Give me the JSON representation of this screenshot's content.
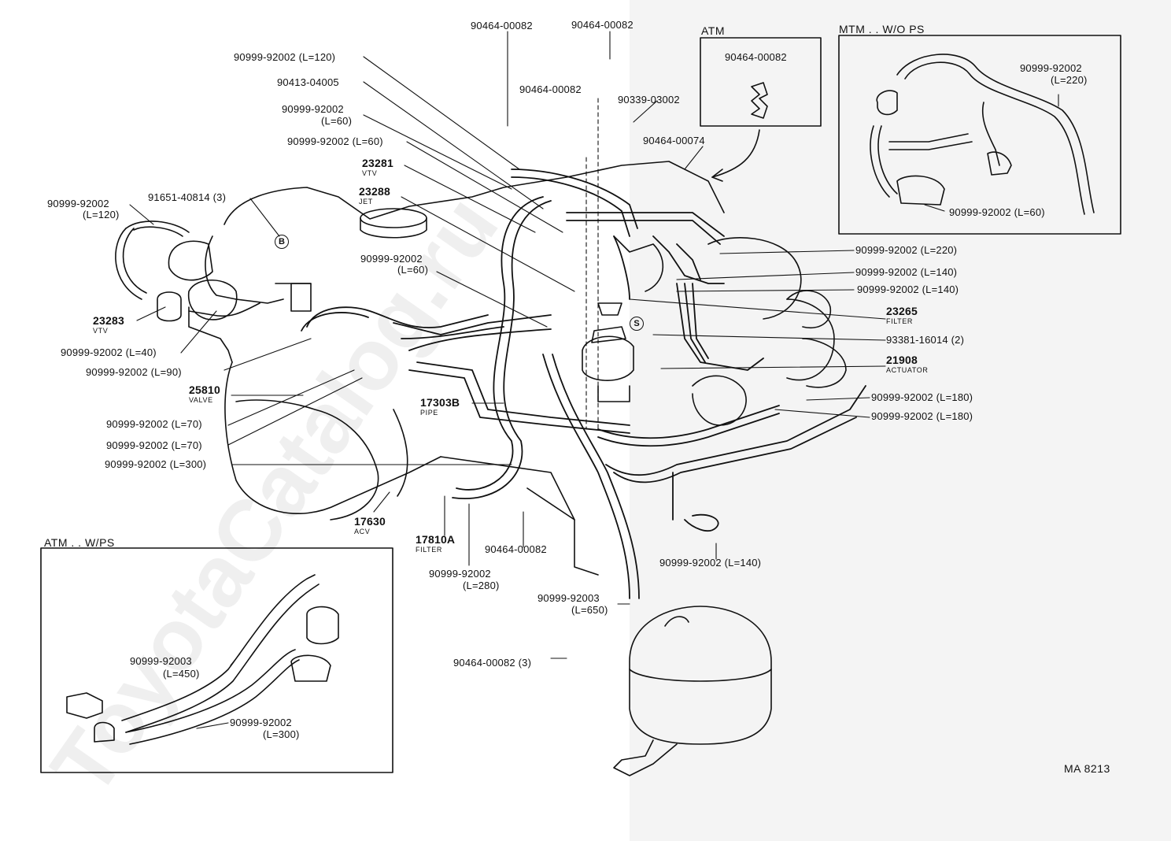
{
  "insets": {
    "atm": "ATM",
    "mtm": "MTM . . W/O PS",
    "atm_wps": "ATM . . W/PS"
  },
  "markers": {
    "b": "B",
    "s": "S"
  },
  "diagram_code": "MA 8213",
  "watermark": "ToyotaCatalog.ru",
  "labels": {
    "c1": "90464-00082",
    "c2": "90464-00082",
    "c3": "90464-00082",
    "c4": "90464-00082",
    "c5": "90464-00082",
    "c6": "90464-00082 (3)",
    "c7": "90464-00074",
    "p1": "90999-92002 (L=120)",
    "p2": "90413-04005",
    "p3a": "90999-92002",
    "p3b": "(L=60)",
    "p4": "90999-92002 (L=60)",
    "p5": "90339-03002",
    "vtv1_num": "23281",
    "vtv1_sub": "VTV",
    "jet_num": "23288",
    "jet_sub": "JET",
    "left1a": "90999-92002",
    "left1b": "(L=120)",
    "bolt": "91651-40814 (3)",
    "p6a": "90999-92002",
    "p6b": "(L=60)",
    "vtv2_num": "23283",
    "vtv2_sub": "VTV",
    "h40": "90999-92002 (L=40)",
    "h90": "90999-92002 (L=90)",
    "valve_num": "25810",
    "valve_sub": "VALVE",
    "h70a": "90999-92002 (L=70)",
    "h70b": "90999-92002 (L=70)",
    "h300": "90999-92002 (L=300)",
    "pipe_num": "17303B",
    "pipe_sub": "PIPE",
    "acv_num": "17630",
    "acv_sub": "ACV",
    "filt2_num": "17810A",
    "filt2_sub": "FILTER",
    "h280a": "90999-92002",
    "h280b": "(L=280)",
    "h650a": "90999-92003",
    "h650b": "(L=650)",
    "r220": "90999-92002 (L=220)",
    "r140a": "90999-92002 (L=140)",
    "r140b": "90999-92002 (L=140)",
    "filt1_num": "23265",
    "filt1_sub": "FILTER",
    "screw": "93381-16014 (2)",
    "act_num": "21908",
    "act_sub": "ACTUATOR",
    "r180a": "90999-92002 (L=180)",
    "r180b": "90999-92002 (L=180)",
    "b140": "90999-92002 (L=140)",
    "mtm220a": "90999-92002",
    "mtm220b": "(L=220)",
    "mtm60": "90999-92002 (L=60)",
    "atm_clip": "90464-00082",
    "w450a": "90999-92003",
    "w450b": "(L=450)",
    "w300a": "90999-92002",
    "w300b": "(L=300)"
  }
}
